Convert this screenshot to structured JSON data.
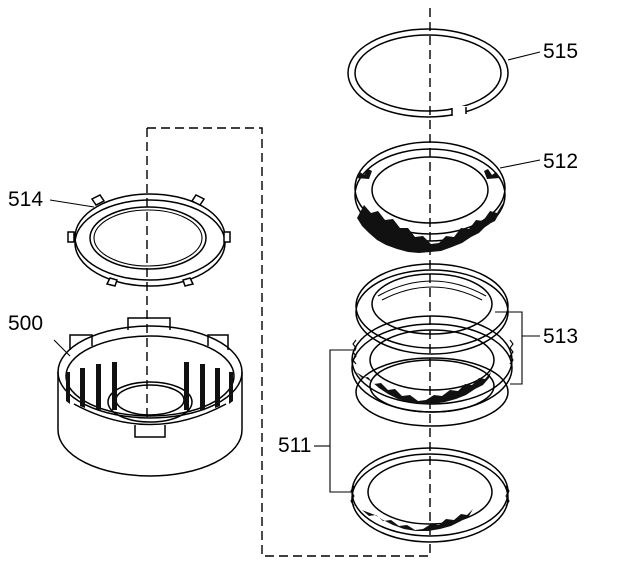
{
  "colors": {
    "line": "#000000",
    "background": "#ffffff"
  },
  "labels": {
    "l515": "515",
    "l512": "512",
    "l514": "514",
    "l500": "500",
    "l513": "513",
    "l511": "511"
  }
}
